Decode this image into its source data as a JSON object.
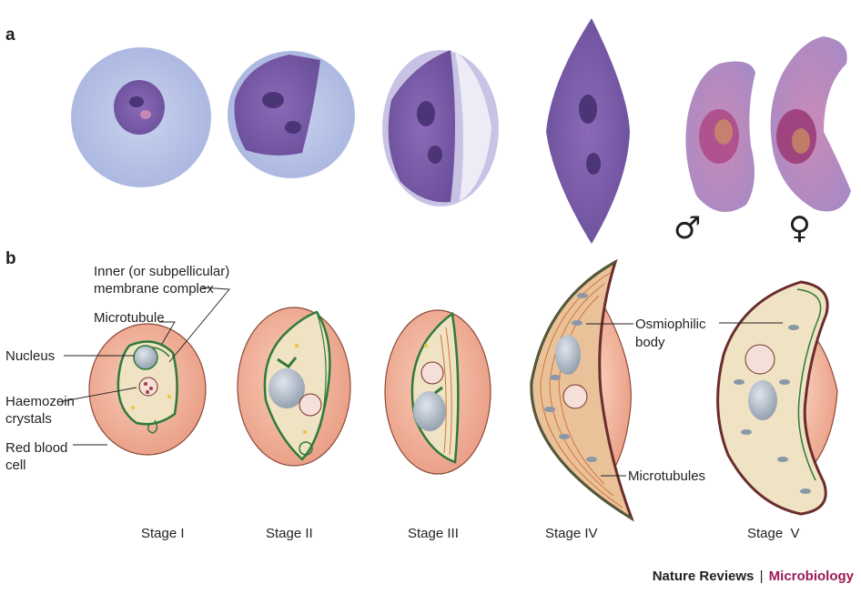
{
  "panels": {
    "a": "a",
    "b": "b"
  },
  "symbols": {
    "male": "♂",
    "female": "♀"
  },
  "labels": {
    "imc_line1": "Inner (or subpellicular)",
    "imc_line2": "membrane complex",
    "microtubule": "Microtubule",
    "nucleus": "Nucleus",
    "haemozoin_line1": "Haemozoin",
    "haemozoin_line2": "crystals",
    "rbc_line1": "Red blood",
    "rbc_line2": "cell",
    "osmio_line1": "Osmiophilic",
    "osmio_line2": "body",
    "microtubules": "Microtubules"
  },
  "stages": [
    "Stage I",
    "Stage II",
    "Stage III",
    "Stage IV",
    "Stage  V"
  ],
  "credit": {
    "publisher": "Nature Reviews",
    "separator": "|",
    "journal": "Microbiology"
  },
  "colors": {
    "rbc_fill": "#f2b39c",
    "rbc_stroke": "#8a4a3a",
    "parasite_fill": "#efe3c4",
    "membrane_green": "#2f7a3a",
    "nucleus_fill": "#aeb9c4",
    "microtubule_orange": "#d4733b",
    "journal_magenta": "#9b1b52",
    "micro_blue": "#b9c4e4",
    "micro_purple": "#7a5aa6"
  }
}
